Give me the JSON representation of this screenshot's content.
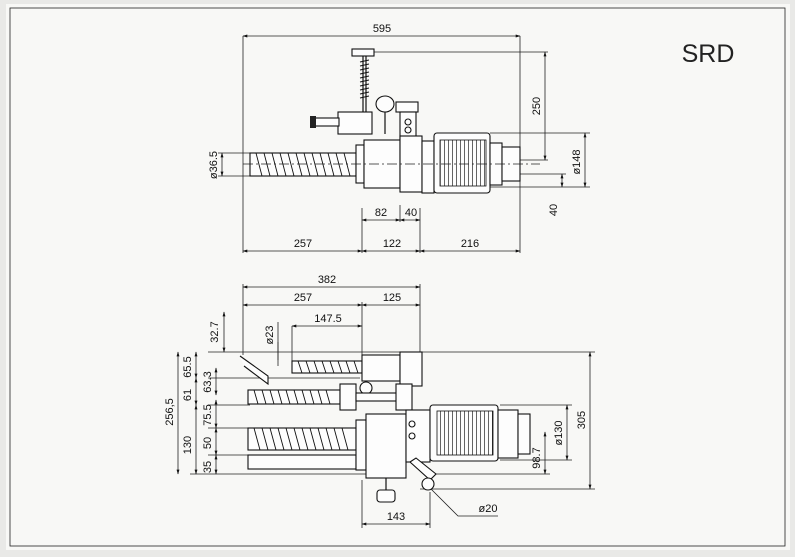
{
  "drawing": {
    "title": "SRD",
    "top_view": {
      "dims": {
        "overall_width": "595",
        "height": "250",
        "shank_dia": "ø36.5",
        "motor_dia": "ø148",
        "offset": "40",
        "d82": "82",
        "d40": "40",
        "d257": "257",
        "d122": "122",
        "d216": "216"
      }
    },
    "bottom_view": {
      "dims": {
        "d382": "382",
        "d257": "257",
        "d125": "125",
        "d147_5": "147.5",
        "d32_7": "32.7",
        "dia23": "ø23",
        "d65_5": "65.5",
        "d63_3": "63.3",
        "d61": "61",
        "d75_5": "75.5",
        "d256_5": "256,5",
        "d130": "130",
        "d50": "50",
        "d35": "35",
        "dia130": "ø130",
        "d305": "305",
        "d98_7": "98.7",
        "d143": "143",
        "dia20": "ø20"
      }
    }
  }
}
